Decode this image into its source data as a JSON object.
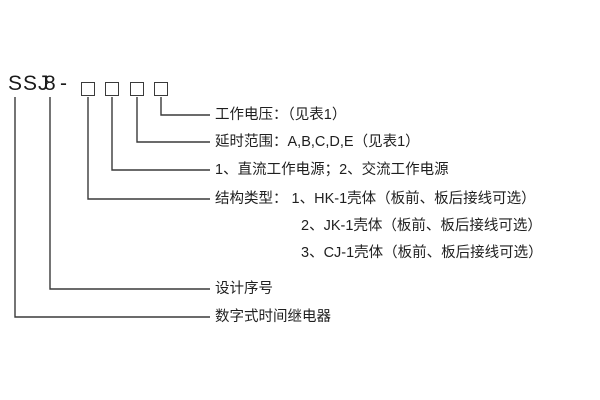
{
  "model": {
    "series": "SSJ",
    "design_no": "8",
    "separator": "-",
    "placeholder_boxes": 4
  },
  "labels": [
    "工作电压：（见表1）",
    "延时范围：A,B,C,D,E（见表1）",
    "1、直流工作电源；2、交流工作电源",
    "结构类型： 1、HK-1壳体（板前、板后接线可选）",
    "2、JK-1壳体（板前、板后接线可选）",
    "3、CJ-1壳体（板前、板后接线可选）",
    "设计序号",
    "数字式时间继电器"
  ],
  "colors": {
    "line": "#3a3a3a",
    "text": "#1a1a1a",
    "background": "#ffffff"
  }
}
